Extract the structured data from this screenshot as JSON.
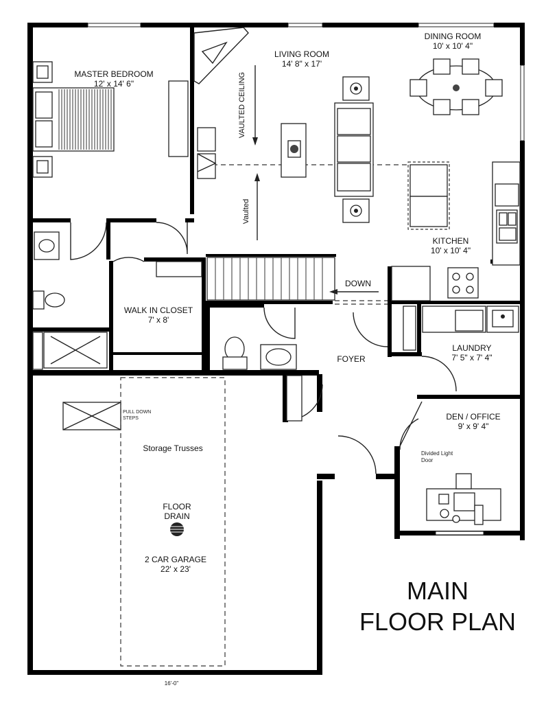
{
  "title": {
    "line1": "MAIN",
    "line2": "FLOOR PLAN"
  },
  "rooms": {
    "master_bedroom": {
      "name": "MASTER BEDROOM",
      "dims": "12' x 14' 6\""
    },
    "living_room": {
      "name": "LIVING ROOM",
      "dims": "14' 8\" x 17'"
    },
    "dining_room": {
      "name": "DINING ROOM",
      "dims": "10' x 10' 4\""
    },
    "kitchen": {
      "name": "KITCHEN",
      "dims": "10' x 10' 4\""
    },
    "walk_in_closet": {
      "name": "WALK IN CLOSET",
      "dims": "7' x 8'"
    },
    "foyer": {
      "name": "FOYER"
    },
    "laundry": {
      "name": "LAUNDRY",
      "dims": "7' 5\" x 7' 4\""
    },
    "den_office": {
      "name": "DEN / OFFICE",
      "dims": "9' x 9' 4\""
    },
    "garage": {
      "name": "2 CAR GARAGE",
      "dims": "22' x 23'"
    }
  },
  "notes": {
    "vaulted_ceiling": "VAULTED CEILING",
    "vaulted": "Vaulted",
    "down": "DOWN",
    "pull_down_1": "PULL DOWN",
    "pull_down_2": "STEPS",
    "storage_trusses": "Storage Trusses",
    "floor_drain_1": "FLOOR",
    "floor_drain_2": "DRAIN",
    "divided_light_1": "Divided Light",
    "divided_light_2": "Door",
    "dimension": "16'-0\""
  }
}
